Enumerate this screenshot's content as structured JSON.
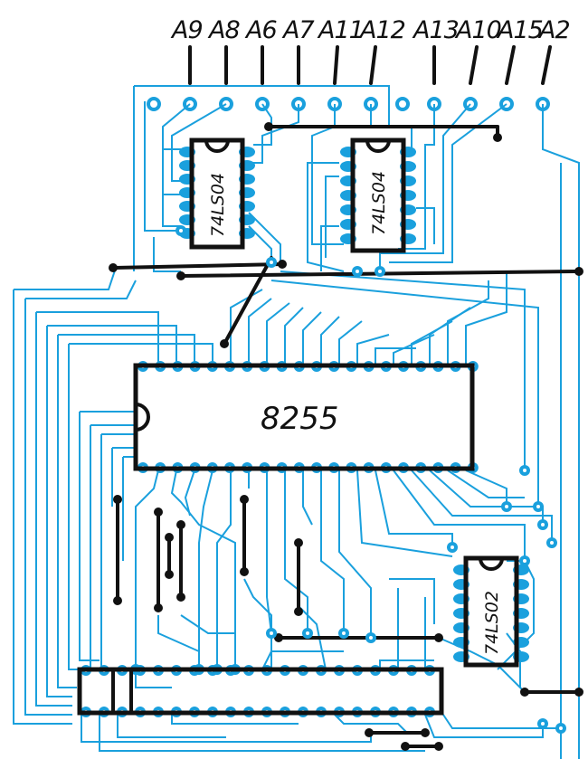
{
  "address_labels": [
    "A9",
    "A8",
    "A6",
    "A7",
    "A11",
    "A12",
    "A13",
    "A10",
    "A15",
    "A2"
  ],
  "chips": {
    "inv_left": "74LS04",
    "inv_right": "74LS04",
    "ppi": "8255",
    "nor": "74LS02"
  },
  "colors": {
    "trace": "#1aa0dd",
    "jumper": "#111111",
    "background": "#ffffff"
  }
}
